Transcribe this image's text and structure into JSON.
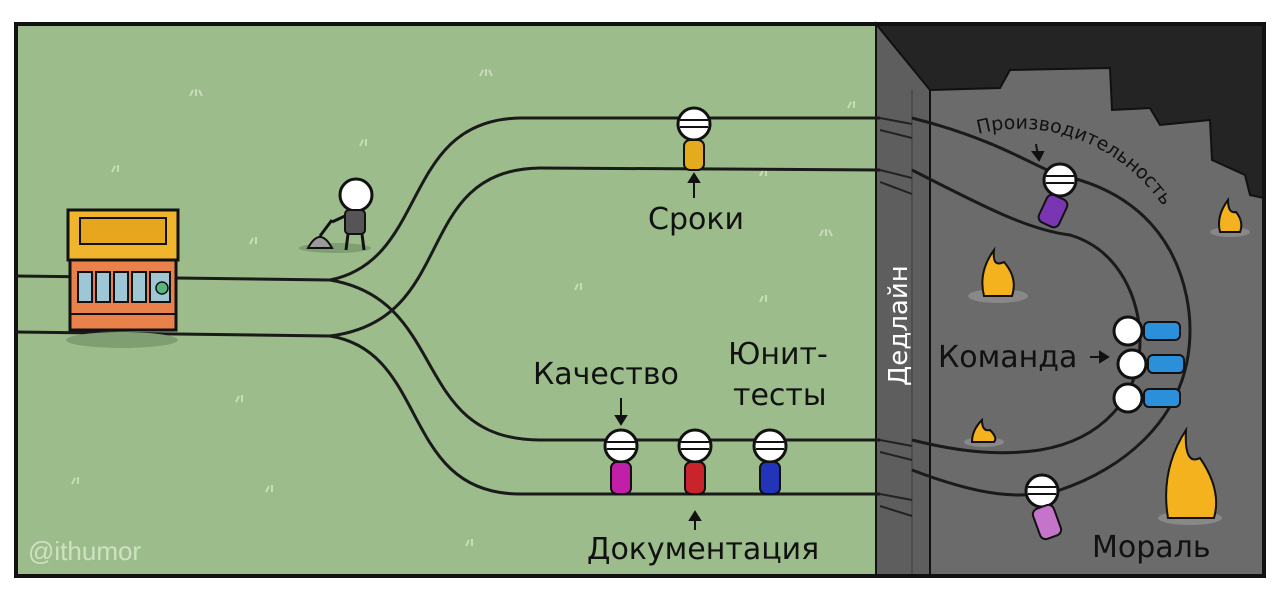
{
  "labels": {
    "deadlines": "Сроки",
    "quality": "Качество",
    "unit_tests_line1": "Юнит-",
    "unit_tests_line2": "тесты",
    "documentation": "Документация",
    "deadline_wall": "Дедлайн",
    "team": "Команда",
    "productivity": "Производительность",
    "morale": "Мораль"
  },
  "watermark": "@ithumor",
  "colors": {
    "grass": "#9cbd8b",
    "wall": "#5e5e5e",
    "pit": "#6b6b6b",
    "dark_sky": "#242424",
    "rail": "#1a1a1a",
    "tram_body": "#e9824a",
    "tram_roof": "#f0b52d",
    "fire": "#f5b21f",
    "person_yellow": "#e3ab1d",
    "person_magenta": "#c11fa7",
    "person_red": "#c9232c",
    "person_blue": "#2234b8",
    "person_purple": "#7a35b2",
    "person_cyan": "#2b8fd9",
    "person_pink": "#c474c9"
  }
}
